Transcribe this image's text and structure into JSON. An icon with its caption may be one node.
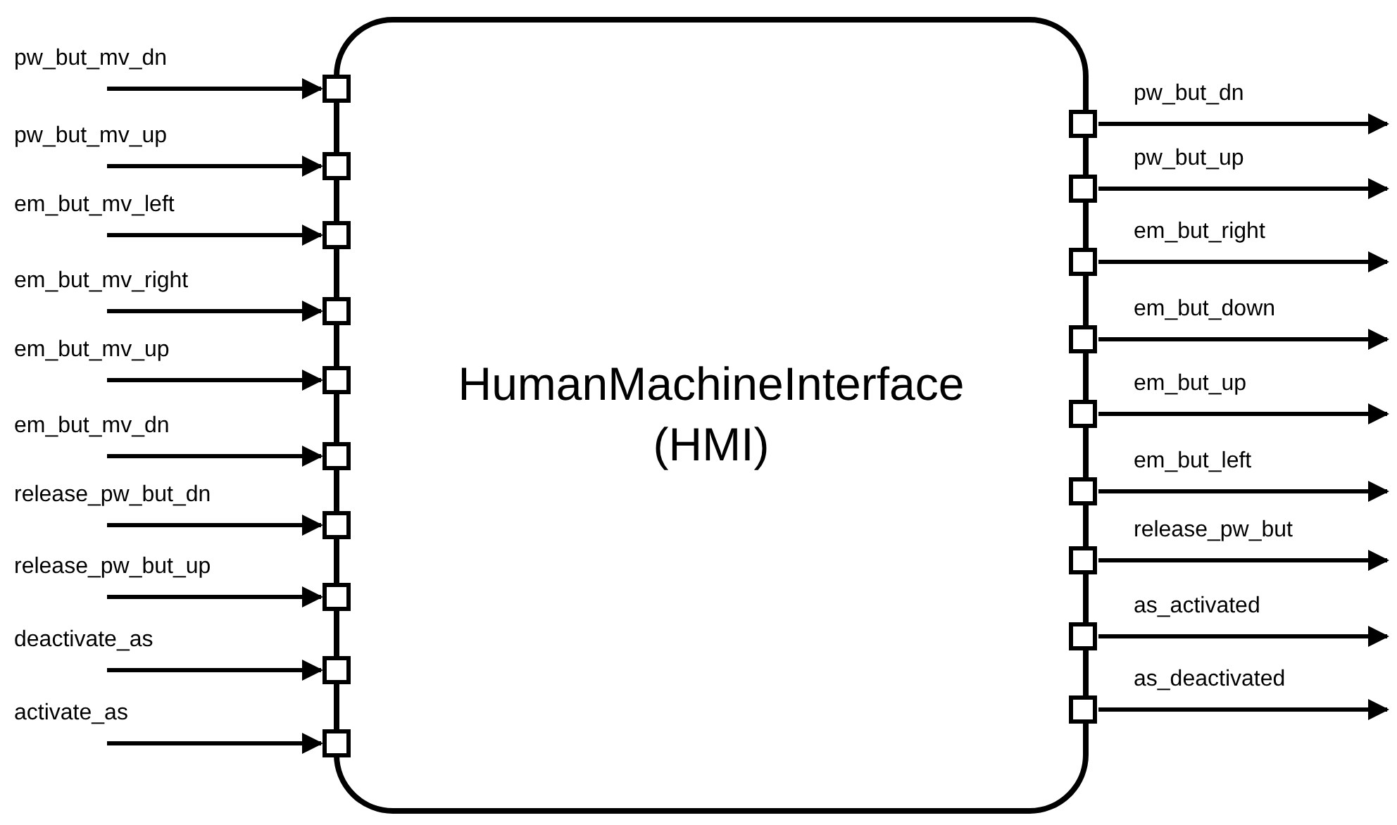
{
  "diagram": {
    "nodes": [
      {
        "text": [
          "HumanMachineInterface (HMI)"
        ]
      },
      {
        "text": [],
        "shape": "box"
      },
      {
        "text": [],
        "shape": "box"
      },
      {
        "text": [],
        "shape": "box"
      },
      {
        "text": [],
        "shape": "box"
      },
      {
        "text": [],
        "shape": "box"
      },
      {
        "text": [],
        "shape": "box"
      },
      {
        "text": [],
        "shape": "box"
      },
      {
        "text": [],
        "shape": "box"
      },
      {
        "text": [],
        "shape": "box"
      },
      {
        "text": [],
        "shape": "box"
      },
      {
        "text": [],
        "shape": "box"
      },
      {
        "text": [],
        "shape": "box"
      },
      {
        "text": [],
        "shape": "box"
      },
      {
        "text": [],
        "shape": "box"
      },
      {
        "text": [],
        "shape": "box"
      },
      {
        "text": [],
        "shape": "box"
      },
      {
        "text": [],
        "shape": "box"
      },
      {
        "text": [],
        "shape": "box"
      },
      {
        "text": [],
        "shape": "box"
      }
    ],
    "edges": [
      {
        "from": null,
        "to": 1,
        "arrow": "to",
        "label": "pw_but_mv_dn"
      },
      {
        "from": null,
        "to": 2,
        "arrow": "to",
        "label": "pw_but_mv_up"
      },
      {
        "from": null,
        "to": 3,
        "arrow": "to",
        "label": "em_but_mv_left"
      },
      {
        "from": null,
        "to": 4,
        "arrow": "to",
        "label": "em_but_mv_right"
      },
      {
        "from": null,
        "to": 5,
        "arrow": "to",
        "label": "em_but_mv_up"
      },
      {
        "from": null,
        "to": 6,
        "arrow": "to",
        "label": "em_but_mv_dn"
      },
      {
        "from": null,
        "to": 7,
        "arrow": "to",
        "label": "release_pw_but_dn"
      },
      {
        "from": null,
        "to": 8,
        "arrow": "to",
        "label": "release_pw_but_up"
      },
      {
        "from": null,
        "to": 9,
        "arrow": "to",
        "label": "deactivate_as"
      },
      {
        "from": null,
        "to": 10,
        "arrow": "to",
        "label": "activate_as"
      },
      {
        "from": 11,
        "to": null,
        "arrow": "to",
        "label": "pw_but_dn"
      },
      {
        "from": 12,
        "to": null,
        "arrow": "to",
        "label": "pw_but_up"
      },
      {
        "from": 13,
        "to": null,
        "arrow": "to",
        "label": "em_but_right"
      },
      {
        "from": 14,
        "to": null,
        "arrow": "to",
        "label": "em_but_down"
      },
      {
        "from": 15,
        "to": null,
        "arrow": "to",
        "label": "em_but_up"
      },
      {
        "from": 16,
        "to": null,
        "arrow": "to",
        "label": "em_but_left"
      },
      {
        "from": 17,
        "to": null,
        "arrow": "to",
        "label": "release_pw_but"
      },
      {
        "from": 18,
        "to": null,
        "arrow": "to",
        "label": "as_activated"
      },
      {
        "from": 19,
        "to": null,
        "arrow": "to",
        "label": "as_deactivated"
      }
    ]
  }
}
